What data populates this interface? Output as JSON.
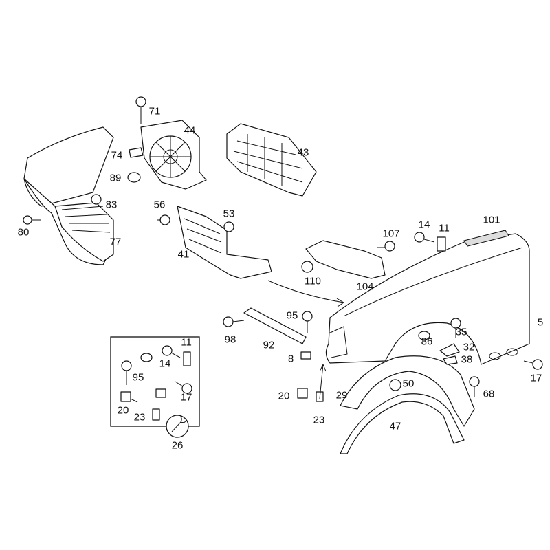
{
  "diagram": {
    "title": "Front fender and wheel housing parts diagram",
    "callouts": [
      "71",
      "44",
      "43",
      "74",
      "89",
      "83",
      "56",
      "53",
      "80",
      "77",
      "107",
      "14",
      "11",
      "101",
      "41",
      "110",
      "104",
      "5",
      "95",
      "98",
      "92",
      "35",
      "86",
      "32",
      "38",
      "8",
      "17",
      "50",
      "68",
      "20",
      "29",
      "23",
      "47"
    ],
    "inset_callouts": [
      "11",
      "14",
      "95",
      "17",
      "20",
      "23",
      "26"
    ]
  }
}
